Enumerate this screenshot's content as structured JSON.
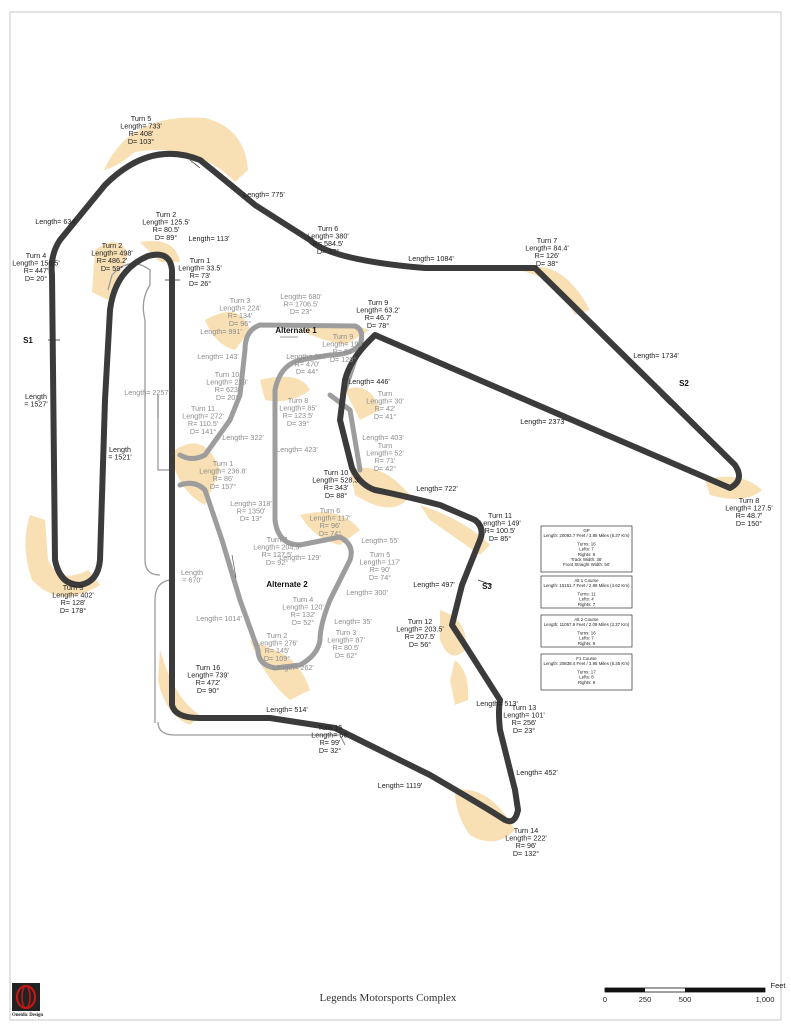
{
  "title": "Legends Motorsports Complex",
  "brand": "Oneidic Design",
  "scale": {
    "unit": "Feet",
    "ticks": [
      "0",
      "250",
      "500",
      "1,000"
    ]
  },
  "sectors": [
    "S1",
    "S2",
    "S3"
  ],
  "alternates": [
    "Alternate 1",
    "Alternate 2"
  ],
  "main_labels": [
    [
      "Turn 5",
      "Length= 733'",
      "R= 408'",
      "D= 103°"
    ],
    [
      "Length= 775'"
    ],
    [
      "Length= 634'"
    ],
    [
      "Turn 2",
      "Length= 125.5'",
      "R= 80.5'",
      "D= 89°"
    ],
    [
      "Length= 113'"
    ],
    [
      "Turn 6",
      "Length= 380'",
      "R= 584.5'",
      "D= 37°"
    ],
    [
      "Turn 7",
      "Length= 84.4'",
      "R= 126'",
      "D= 38°"
    ],
    [
      "Length= 1084'"
    ],
    [
      "Turn 4",
      "Length= 156.5'",
      "R= 447'",
      "D= 20°"
    ],
    [
      "Turn 2",
      "Length= 498'",
      "R= 486.2'",
      "D= 59°"
    ],
    [
      "Turn 1",
      "Length= 33.5'",
      "R= 73'",
      "D= 26°"
    ],
    [
      "Turn 9",
      "Length= 63.2'",
      "R= 46.7'",
      "D= 78°"
    ],
    [
      "Length= 1734'"
    ],
    [
      "Length= 446'"
    ],
    [
      "Length",
      "= 1527'"
    ],
    [
      "Length= 2373'"
    ],
    [
      "Length",
      "= 1521'"
    ],
    [
      "Turn 10",
      "Length= 528.3'",
      "R= 343'",
      "D= 88°"
    ],
    [
      "Length= 722'"
    ],
    [
      "Turn 8",
      "Length= 127.5'",
      "R= 48.7'",
      "D= 150°"
    ],
    [
      "Turn 11",
      "Length= 149'",
      "R= 100.5'",
      "D= 85°"
    ],
    [
      "Turn 3",
      "Length= 402'",
      "R= 128'",
      "D= 178°"
    ],
    [
      "Length= 497'"
    ],
    [
      "Turn 12",
      "Length= 203.5'",
      "R= 207.5'",
      "D= 56°"
    ],
    [
      "Length= 513'"
    ],
    [
      "Turn 16",
      "Length= 739'",
      "R= 472'",
      "D= 90°"
    ],
    [
      "Length= 514'"
    ],
    [
      "Turn 13",
      "Length= 101'",
      "R= 256'",
      "D= 23°"
    ],
    [
      "Turn 15",
      "Length= 56'",
      "R= 99'",
      "D= 32°"
    ],
    [
      "Length= 452'"
    ],
    [
      "Length= 1119'"
    ],
    [
      "Turn 14",
      "Length= 222'",
      "R= 96'",
      "D= 132°"
    ]
  ],
  "alt_labels": [
    [
      "Length= 680'",
      "R= 1706.5'",
      "D= 23°"
    ],
    [
      "Turn 3",
      "Length= 224'",
      "R= 134'",
      "D= 96°"
    ],
    [
      "Length= 991'"
    ],
    [
      "Turn 9",
      "Length= 190'",
      "R= 84'",
      "D= 129°"
    ],
    [
      "Length= 143'"
    ],
    [
      "Length= 367'",
      "R= 470'",
      "D= 44°"
    ],
    [
      "Turn 10",
      "Length= 219'",
      "R= 623'",
      "D= 20°"
    ],
    [
      "Turn 11",
      "Length= 272'",
      "R= 110.5'",
      "D= 141°"
    ],
    [
      "Length= 322'"
    ],
    [
      "Turn 8",
      "Length= 85'",
      "R= 123.5'",
      "D= 39°"
    ],
    [
      "Turn",
      "Length= 30'",
      "R= 42'",
      "D= 41°"
    ],
    [
      "Length= 2257'"
    ],
    [
      "Length= 403'"
    ],
    [
      "Length= 423'"
    ],
    [
      "Turn",
      "Length= 52'",
      "R= 71'",
      "D= 42°"
    ],
    [
      "Turn 1",
      "Length= 236.8'",
      "R= 86'",
      "D= 157°"
    ],
    [
      "Length= 318'",
      "R= 1350'",
      "D= 13°"
    ],
    [
      "Turn 6",
      "Length= 117'",
      "R= 96'",
      "D= 74°"
    ],
    [
      "Length= 55'"
    ],
    [
      "Turn 7",
      "Length= 204.5'",
      "R= 127.5'",
      "D= 92°"
    ],
    [
      "Length= 129'"
    ],
    [
      "Turn 5",
      "Length= 117'",
      "R= 90'",
      "D= 74°"
    ],
    [
      "Length",
      "= 670'"
    ],
    [
      "Length= 300'"
    ],
    [
      "Length= 1014'"
    ],
    [
      "Turn 4",
      "Length= 120'",
      "R= 132'",
      "D= 52°"
    ],
    [
      "Length= 35'"
    ],
    [
      "Turn 2",
      "Length= 276'",
      "R= 145'",
      "D= 109°"
    ],
    [
      "Turn 3",
      "Length= 87'",
      "R= 80.5'",
      "D= 62°"
    ],
    [
      "Length= 262'"
    ]
  ],
  "info_boxes": [
    [
      "GP",
      "Length: 20092.7 Feet / 3.85 Miles (6.37 Km)",
      "Turns: 16",
      "Lefts: 7",
      "Rights: 9",
      "Track Width: 36'",
      "Front Straight Width: 50'"
    ],
    [
      "Alt 1 Course",
      "Length: 15151.7 Feet / 2.89 Miles (4.62 Km)",
      "Turns: 11",
      "Lefts: 4",
      "Rights: 7"
    ],
    [
      "Alt 2 Course",
      "Length: 11057.9 Feet / 2.09 Miles (3.37 Km)",
      "Turns: 16",
      "Lefts: 7",
      "Rights: 9"
    ],
    [
      "F1 Course",
      "Length: 20838.4 Feet / 3.95 Miles (6.35 Km)",
      "Turns: 17",
      "Lefts: 8",
      "Rights: 9"
    ]
  ],
  "colors": {
    "track": "#3d3d3d",
    "alternate": "#a0a0a0",
    "runoff": "#f8e0b4",
    "service": "#9a9a9a"
  }
}
